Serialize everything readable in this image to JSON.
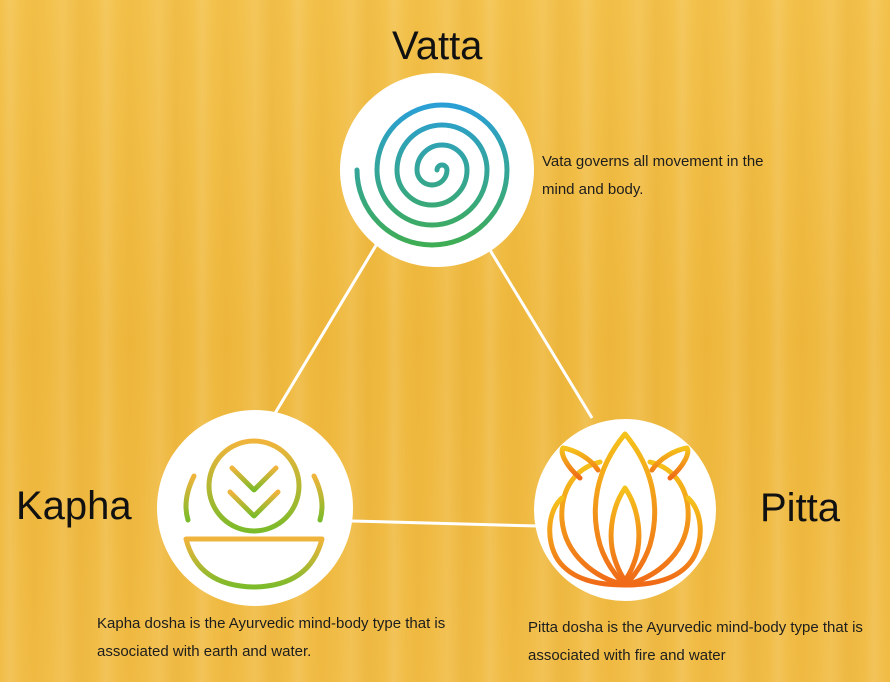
{
  "doshas": {
    "vatta": {
      "title": "Vatta",
      "description": "Vata governs all movement in the mind and body.",
      "icon": "spiral-icon",
      "colors": [
        "#2a9fd6",
        "#3fad54"
      ]
    },
    "kapha": {
      "title": "Kapha",
      "description": "Kapha dosha is the Ayurvedic mind-body type that is associated with earth and water.",
      "icon": "tree-bowl-icon",
      "colors": [
        "#f0b43c",
        "#7bbb2a"
      ]
    },
    "pitta": {
      "title": "Pitta",
      "description": "Pitta dosha is the Ayurvedic mind-body type that is associated with fire and water",
      "icon": "lotus-flame-icon",
      "colors": [
        "#f5c21b",
        "#f06a18"
      ]
    }
  },
  "colors": {
    "background": "#f1bd45",
    "connector": "#ffffff",
    "circle": "#ffffff",
    "text": "#111111"
  }
}
